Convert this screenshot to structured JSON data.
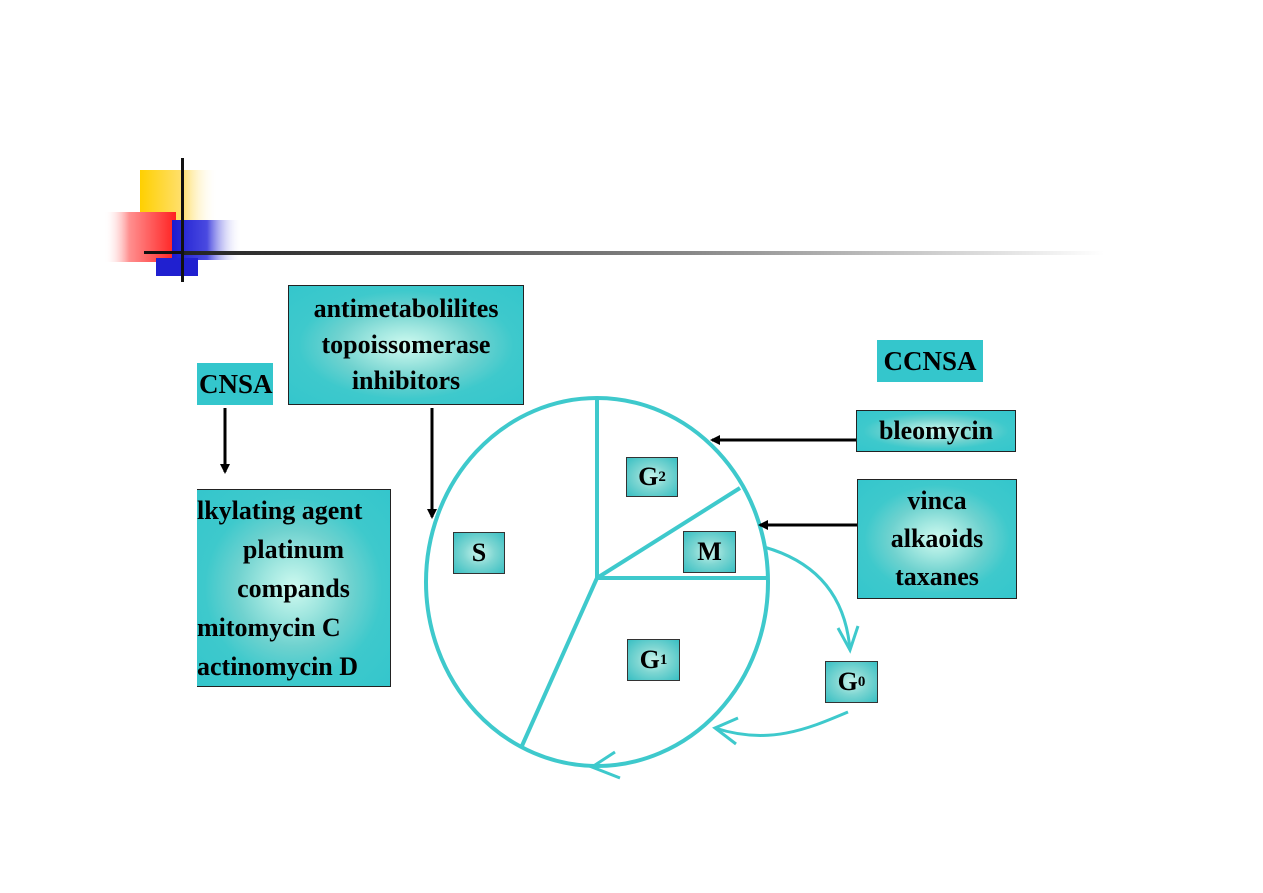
{
  "colors": {
    "accent_cyan": "#3ec9cc",
    "arrow": "#000000",
    "logo_yellow": "#ffd000",
    "logo_red": "#ff3030",
    "logo_blue": "#2020d0"
  },
  "diagram": {
    "ccnsa_left_label": "CNSA",
    "ccnsa_right_label": "CCNSA",
    "phase_specific_box": [
      "antimetabolilites",
      "topoissomerase",
      "inhibitors"
    ],
    "nonspecific_box": [
      "lkylating agent",
      "platinum",
      "compands",
      "mitomycin C",
      "actinomycin D"
    ],
    "bleomycin_box": [
      "bleomycin"
    ],
    "vinca_box": [
      "vinca",
      "alkaoids",
      "taxanes"
    ],
    "phases": {
      "S": "S",
      "G2_main": "G",
      "G2_sub": "2",
      "M": "M",
      "G1_main": "G",
      "G1_sub": "1",
      "G0_main": "G",
      "G0_sub": "0"
    }
  }
}
